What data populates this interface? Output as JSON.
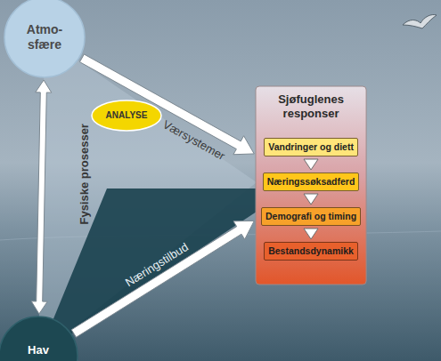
{
  "diagram": {
    "nodes": [
      {
        "text": [
          "Atmo- sfære"
        ]
      },
      {
        "text": [
          "Hav"
        ]
      },
      {
        "text": [
          "ANALYSE"
        ]
      },
      {
        "text": [
          "Sjøfuglenes responser"
        ]
      },
      {
        "text": [
          "Vandringer og diett"
        ],
        "in": 3
      },
      {
        "text": [
          "Næringssøksadferd"
        ],
        "in": 3
      },
      {
        "text": [
          "Demografi og timing"
        ],
        "in": 3
      },
      {
        "text": [
          "Bestandsdynamikk"
        ],
        "in": 3
      }
    ],
    "edges": [
      {
        "from": 0,
        "to": 1,
        "arrow": "both",
        "label": "Fysiske prosesser"
      },
      {
        "from": 0,
        "to": 3,
        "arrow": "to",
        "label": "Værsystemer"
      },
      {
        "from": 1,
        "to": 3,
        "arrow": "to",
        "label": "Næringstilbud"
      },
      {
        "from": 4,
        "to": 5,
        "arrow": "to"
      },
      {
        "from": 5,
        "to": 6,
        "arrow": "to"
      },
      {
        "from": 6,
        "to": 7,
        "arrow": "to"
      }
    ]
  }
}
